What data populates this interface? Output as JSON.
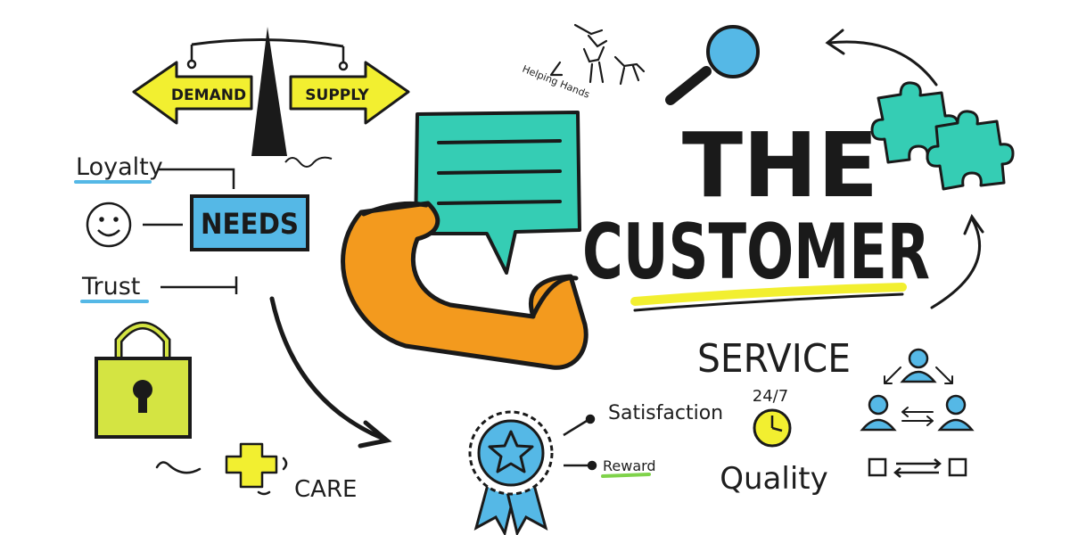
{
  "balance": {
    "left_label": "DEMAND",
    "right_label": "SUPPLY"
  },
  "hands": {
    "label": "Helping Hands"
  },
  "headline": {
    "line1": "THE",
    "line2": "CUSTOMER",
    "line3": "SERVICE"
  },
  "needs": {
    "center_label": "NEEDS",
    "items": [
      "Loyalty",
      "Trust"
    ]
  },
  "rosette": {
    "items": [
      "Satisfaction",
      "Reward"
    ]
  },
  "availability": {
    "hours": "24/7",
    "label": "Quality"
  },
  "care": {
    "label": "CARE"
  },
  "colors": {
    "yellow": "#f2ef30",
    "lime": "#d4e442",
    "orange": "#f39a1e",
    "teal": "#35cdb4",
    "blue": "#55b8e6",
    "ink": "#1a1a1a"
  },
  "icons": [
    "scale-icon",
    "hands-icon",
    "magnifier-icon",
    "puzzle-icon",
    "speech-bubble-icon",
    "phone-receiver-icon",
    "smiley-icon",
    "padlock-icon",
    "plus-icon",
    "rosette-star-icon",
    "clock-icon",
    "people-network-icon"
  ]
}
